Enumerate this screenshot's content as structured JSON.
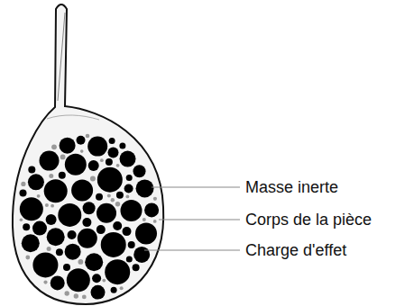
{
  "diagram": {
    "labels": [
      "Masse inerte",
      "Corps de la pièce",
      "Charge d'effet"
    ]
  }
}
